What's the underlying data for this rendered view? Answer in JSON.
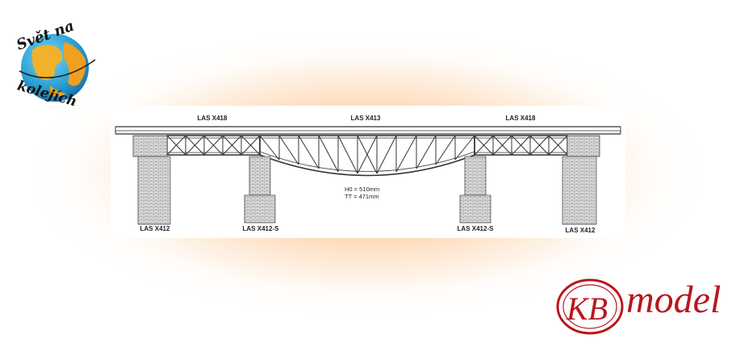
{
  "logo_left": {
    "line1": "Svět na",
    "line2": "kolejích"
  },
  "logo_right": {
    "mark": "KB",
    "text": "model"
  },
  "diagram": {
    "labels": {
      "left_span": "LAS X418",
      "center_span": "LAS X413",
      "right_span": "LAS X418",
      "left_abutment": "LAS X412",
      "left_pier": "LAS X412-S",
      "right_pier": "LAS X412-S",
      "right_abutment": "LAS X412"
    },
    "dimensions": {
      "h0": "H0 = 510mm",
      "tt": "TT = 471mm"
    }
  },
  "colors": {
    "accent": "#b8161e",
    "glow": "#f7a050",
    "line": "#333333",
    "stone": "#dcdcdc"
  }
}
